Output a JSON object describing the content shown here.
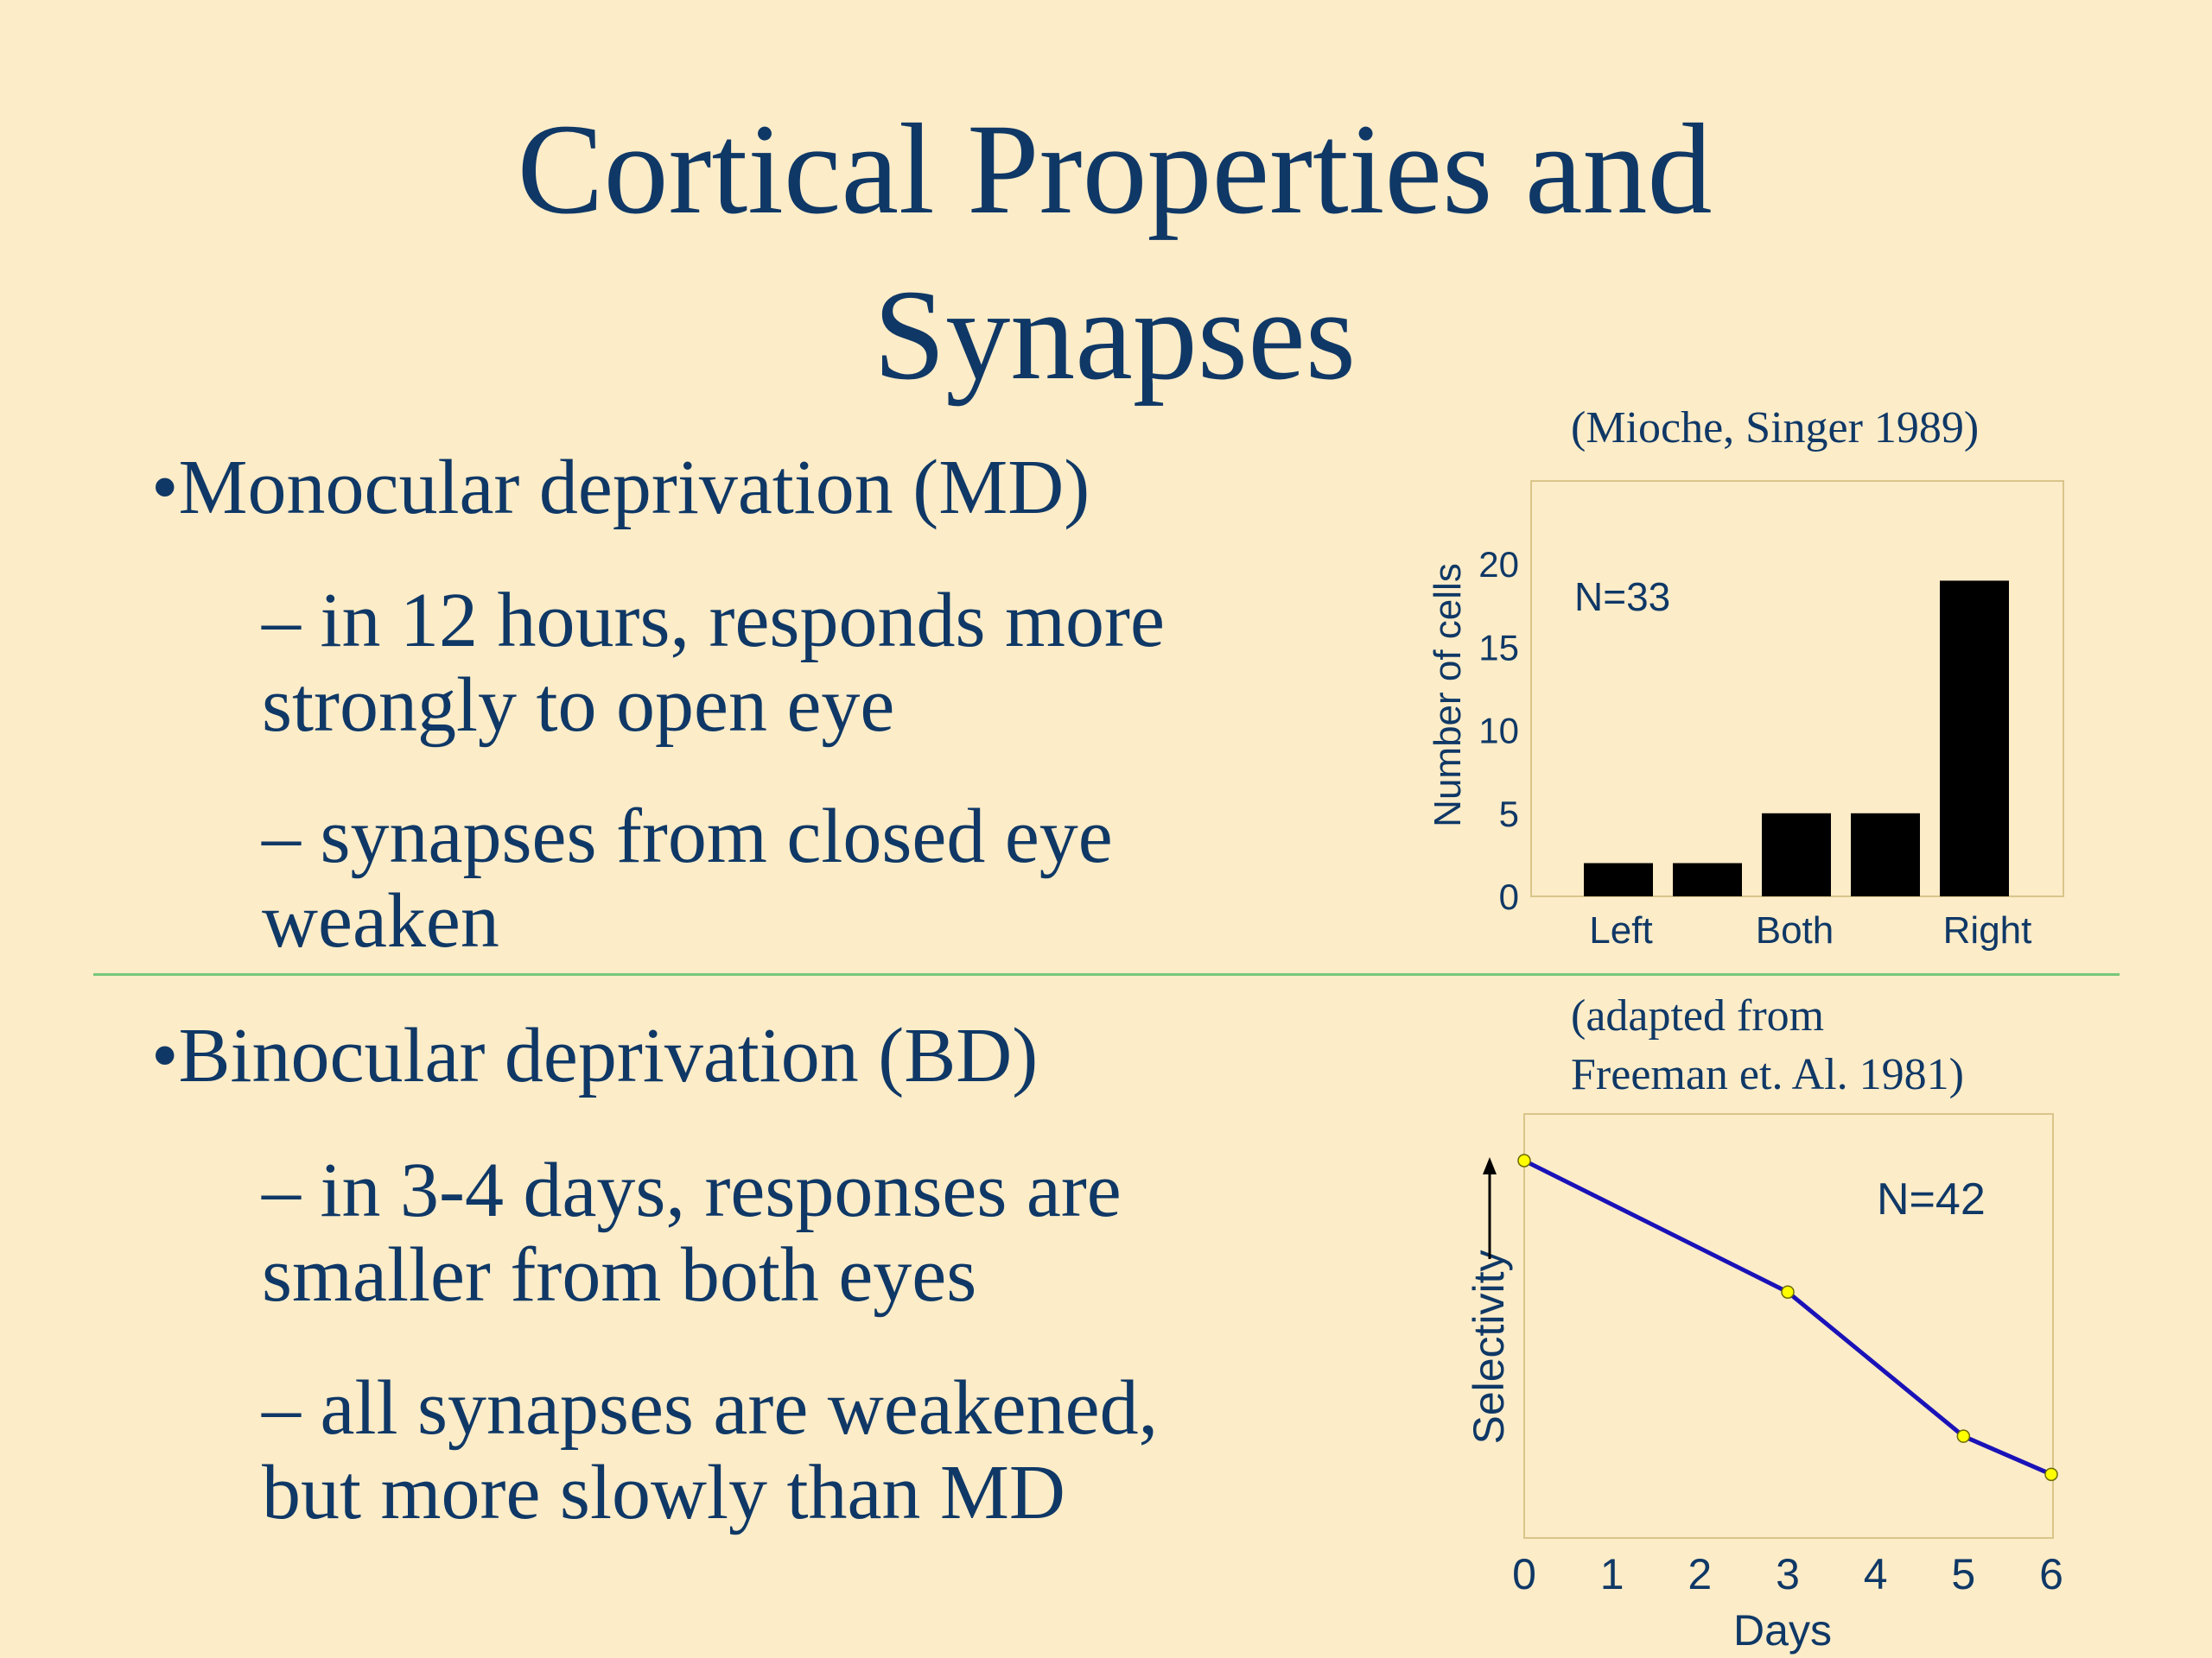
{
  "slide": {
    "title_line1": "Cortical Properties and",
    "title_line2": "Synapses",
    "md": {
      "heading": "•Monocular deprivation (MD)",
      "point1_line1": "– in 12 hours, responds more",
      "point1_line2": "strongly to open eye",
      "point2_line1": "– synapses from closed eye",
      "point2_line2": "weaken"
    },
    "bd": {
      "heading": "•Binocular deprivation (BD)",
      "point1_line1": "– in 3-4 days, responses are",
      "point1_line2": "smaller from both eyes",
      "point2_line1": "– all synapses are weakened,",
      "point2_line2": "but more slowly than MD"
    },
    "citation_top": "(Mioche, Singer 1989)",
    "citation_bottom_line1": "(adapted from",
    "citation_bottom_line2": "Freeman et. Al. 1981)",
    "colors": {
      "background": "#fdecc8",
      "text": "#0f3866",
      "divider": "#77c77a",
      "bar_fill": "#000000",
      "line": "#1a12b8",
      "marker": "#ffff00"
    }
  },
  "chart_data": [
    {
      "type": "bar",
      "ylabel": "Number of cells",
      "xlabel": "",
      "annotation": "N=33",
      "tick_labels": [
        "Left",
        "Both",
        "Right"
      ],
      "yticks": [
        0,
        5,
        10,
        15,
        20
      ],
      "ylim": [
        0,
        25
      ],
      "values": [
        2,
        2,
        5,
        5,
        19
      ]
    },
    {
      "type": "line",
      "ylabel": "Selectivity",
      "xlabel": "Days",
      "annotation": "N=42",
      "xticks": [
        0,
        1,
        2,
        3,
        4,
        5,
        6
      ],
      "xlim": [
        0,
        6
      ],
      "ylim": [
        0,
        1
      ],
      "x": [
        0,
        3,
        5,
        6
      ],
      "y": [
        0.89,
        0.58,
        0.24,
        0.15
      ]
    }
  ]
}
